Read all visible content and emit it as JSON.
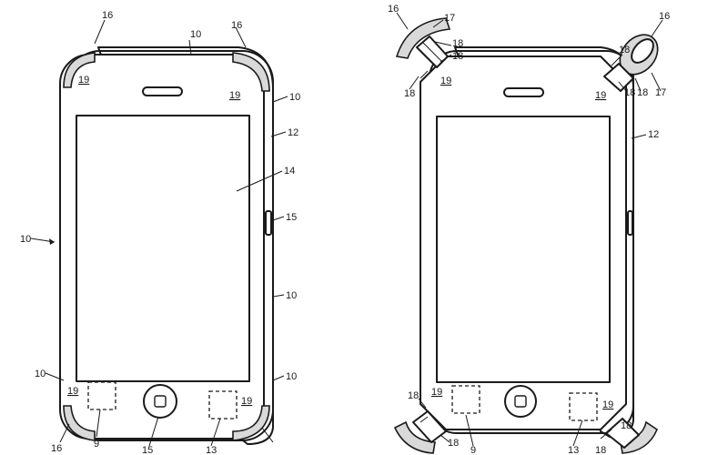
{
  "labels": {
    "n9": "9",
    "n10": "10",
    "n12": "12",
    "n13": "13",
    "n14": "14",
    "n15": "15",
    "n16": "16",
    "n17": "17",
    "n18": "18",
    "n19": "19"
  }
}
